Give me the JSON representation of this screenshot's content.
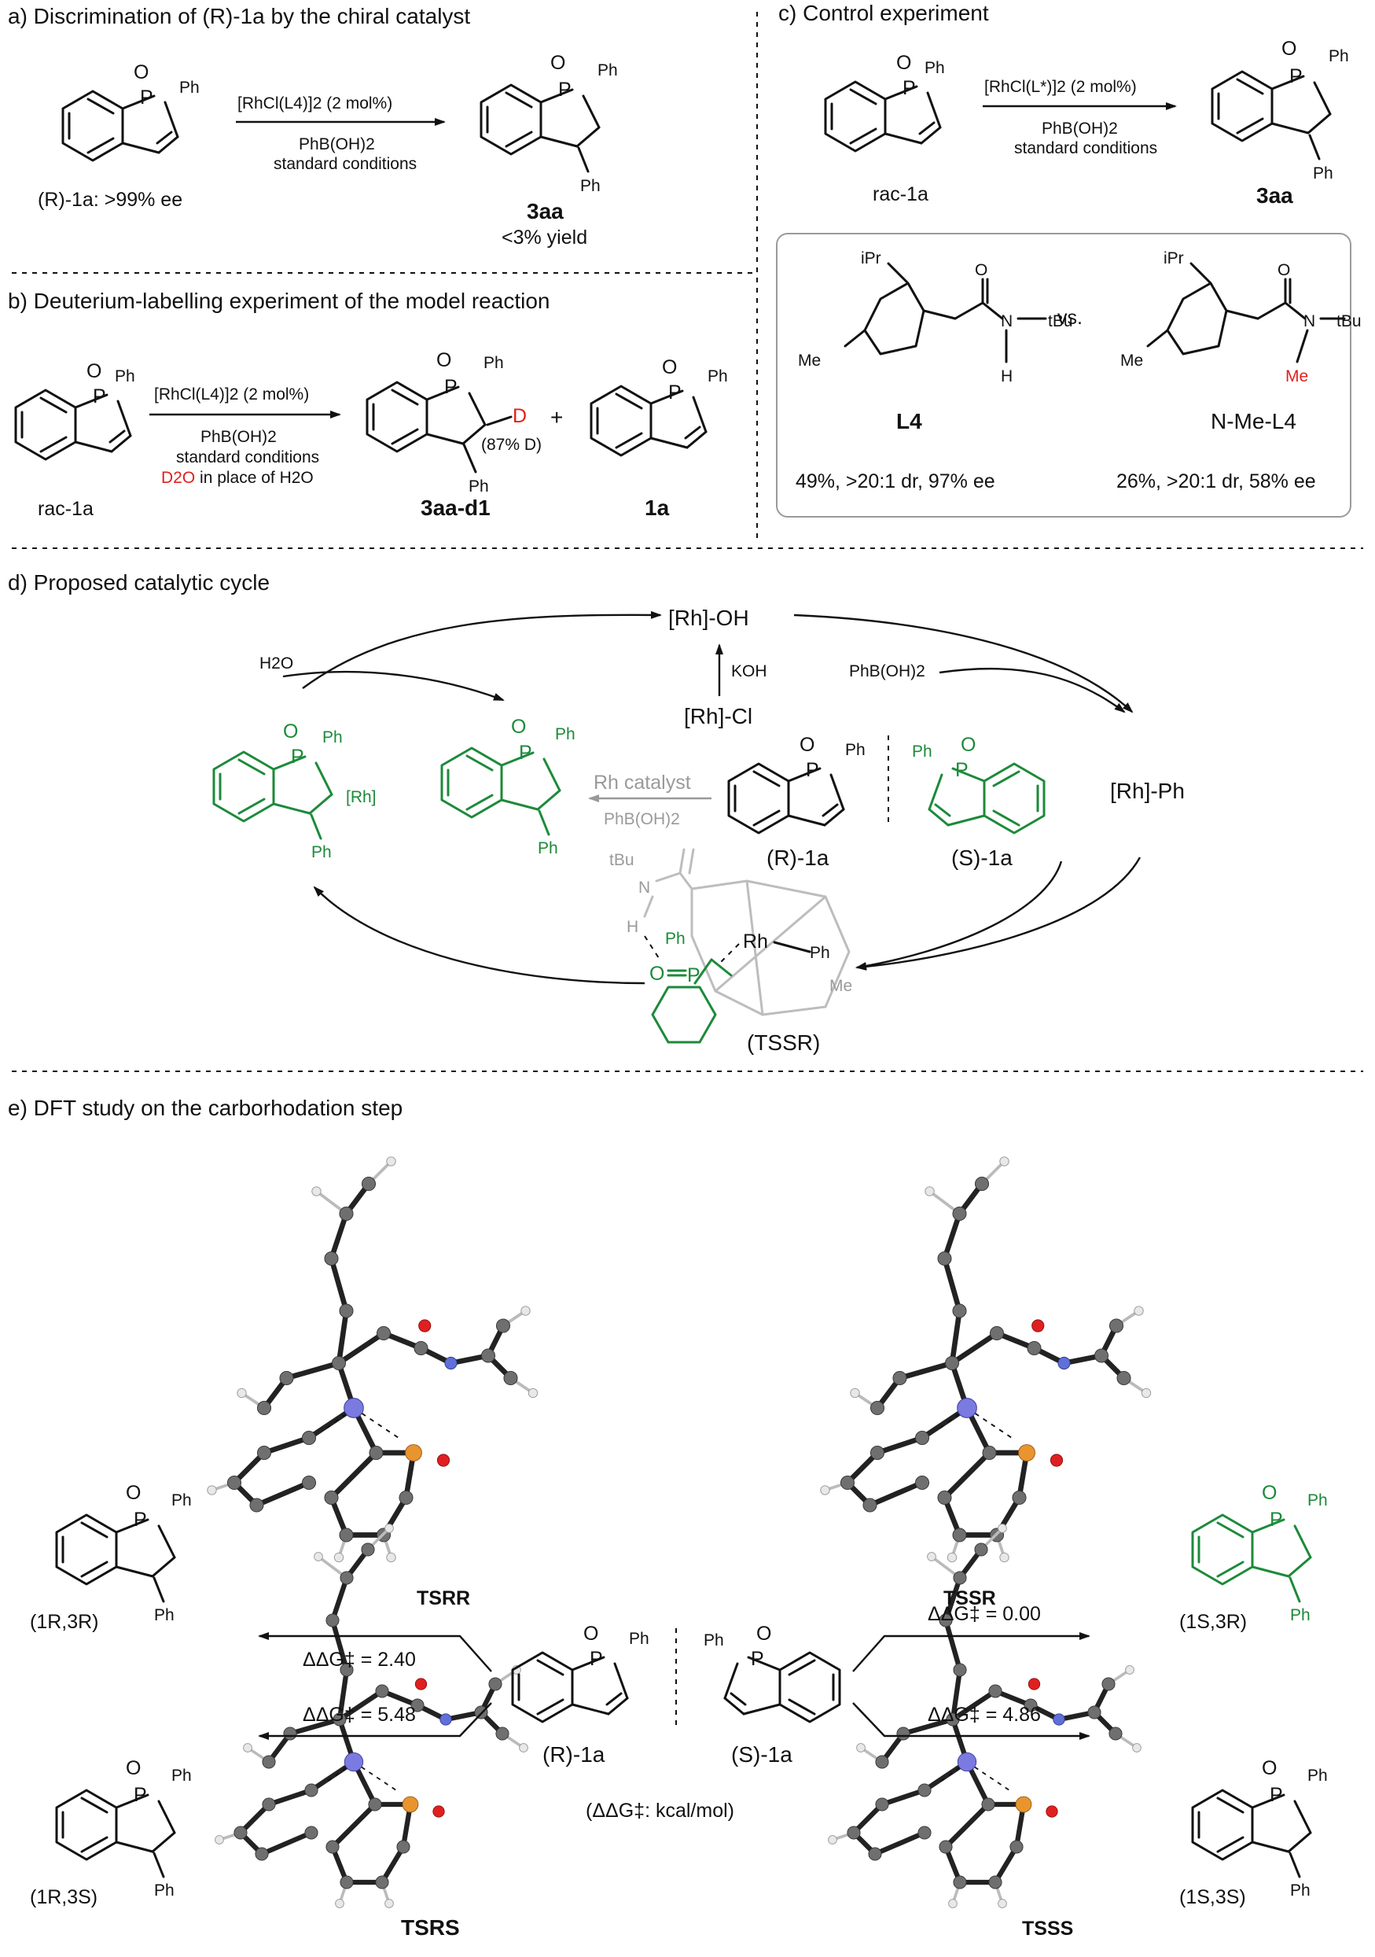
{
  "panels": {
    "a": {
      "title": "a) Discrimination of (R)-1a by the chiral catalyst",
      "reagent_top": "[RhCl(L4)]2 (2 mol%)",
      "reagent_mid": "PhB(OH)2",
      "reagent_bot": "standard conditions",
      "sm_label": "(R)-1a: >99% ee",
      "product_label": "3aa",
      "yield": "<3% yield"
    },
    "b": {
      "title": "b) Deuterium-labelling experiment of the model reaction",
      "reagent_top": "[RhCl(L4)]2 (2 mol%)",
      "reagent_1": "PhB(OH)2",
      "reagent_2": "standard conditions",
      "reagent_3_red": "D2O",
      "reagent_3_rest": " in place of H2O",
      "sm_label": "rac-1a",
      "product_label": "3aa-d1",
      "d_label": "D",
      "d_percent": "(87% D)",
      "plus": "+",
      "recovered_label": "1a"
    },
    "c": {
      "title": "c) Control experiment",
      "reagent_top": "[RhCl(L*)]2 (2 mol%)",
      "reagent_mid": "PhB(OH)2",
      "reagent_bot": "standard conditions",
      "sm_label": "rac-1a",
      "product_label": "3aa",
      "vs": "vs.",
      "ligand1": "L4",
      "ligand2": "N-Me-L4",
      "result1": "49%, >20:1 dr, 97% ee",
      "result2": "26%, >20:1 dr, 58% ee",
      "iPr": "iPr",
      "Me": "Me",
      "tBu": "tBu",
      "N": "N",
      "H": "H",
      "O": "O",
      "NMe": "Me"
    },
    "d": {
      "title": "d) Proposed catalytic cycle",
      "rh_oh": "[Rh]-OH",
      "rh_cl": "[Rh]-Cl",
      "koh": "KOH",
      "h2o": "H2O",
      "phb": "PhB(OH)2",
      "rh_ph": "[Rh]-Ph",
      "rh_catalyst": "Rh catalyst",
      "rh_catalyst_sub": "PhB(OH)2",
      "r1a": "(R)-1a",
      "s1a": "(S)-1a",
      "ts": "(TSSR)",
      "rh_sub": "[Rh]",
      "Rh": "Rh",
      "Ph": "Ph",
      "P": "P",
      "O": "O",
      "tBu": "tBu",
      "N": "N",
      "H": "H",
      "Me": "Me"
    },
    "e": {
      "title": "e) DFT study on the carborhodation step",
      "ts_rr": "TSRR",
      "ts_sr": "TSSR",
      "ts_rs": "TSRS",
      "ts_ss": "TSSS",
      "ddg_rr": "ΔΔG‡ = 2.40",
      "ddg_rs": "ΔΔG‡ = 5.48",
      "ddg_sr": "ΔΔG‡ = 0.00",
      "ddg_ss": "ΔΔG‡ = 4.86",
      "p_1r3r": "(1R,3R)",
      "p_1r3s": "(1R,3S)",
      "p_1s3r": "(1S,3R)",
      "p_1s3s": "(1S,3S)",
      "r1a": "(R)-1a",
      "s1a": "(S)-1a",
      "unit": "(ΔΔG‡: kcal/mol)"
    }
  },
  "atom_labels": {
    "P": "P",
    "O": "O",
    "Ph": "Ph"
  },
  "colors": {
    "green": "#1c8a3a",
    "red": "#e0201c",
    "gray": "#9a9a9a",
    "rh_atom": "#7a7ae0",
    "p_atom": "#e89530",
    "o_atom": "#e02020"
  }
}
